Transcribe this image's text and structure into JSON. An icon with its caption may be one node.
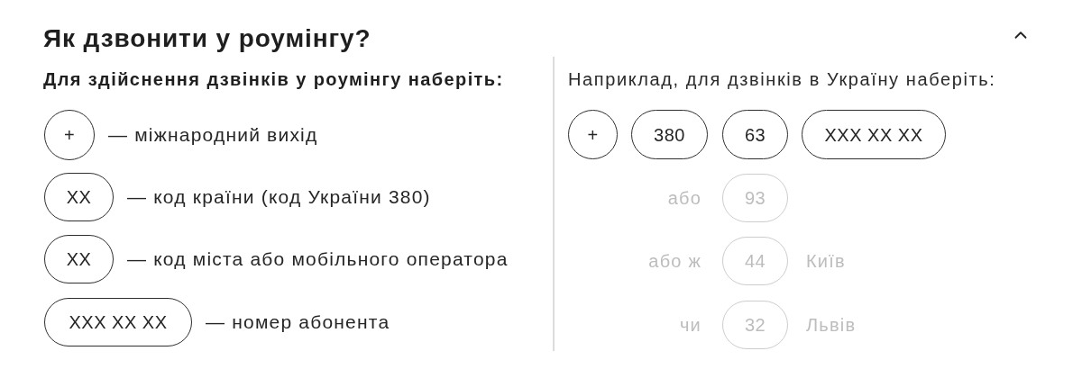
{
  "diagram": {
    "title": "Як дзвонити у роумінгу?",
    "nodes": [
      {
        "text": [
          "+"
        ],
        "beside": [
          "— міжнародний вихід"
        ]
      },
      {
        "text": [
          "XX"
        ],
        "beside": [
          "— код країни (код України 380)"
        ]
      },
      {
        "text": [
          "XX"
        ],
        "beside": [
          "— код міста або мобільного оператора"
        ]
      },
      {
        "text": [
          "XXX XX XX"
        ],
        "beside": [
          "— номер абонента"
        ]
      },
      {
        "text": [
          "+"
        ]
      },
      {
        "text": [
          "380"
        ]
      },
      {
        "text": [
          "63"
        ]
      },
      {
        "text": [
          "XXX XX XX"
        ]
      },
      {
        "text": [
          "93"
        ]
      },
      {
        "text": [
          "44"
        ],
        "beside": [
          "Київ"
        ]
      },
      {
        "text": [
          "32"
        ],
        "beside": [
          "Львів"
        ]
      }
    ],
    "labels": [
      "Для здійснення дзвінків у роумінгу наберіть:",
      "Наприклад, для дзвінків в Україну наберіть:",
      "або",
      "або ж",
      "чи"
    ]
  }
}
